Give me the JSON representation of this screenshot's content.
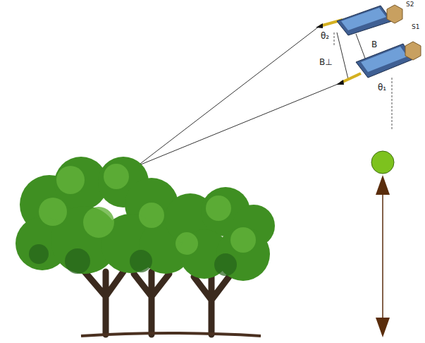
{
  "diagram": {
    "labels": [
      "S2",
      "B",
      "B⊥",
      "θ₂",
      "S1",
      "θ₁"
    ]
  }
}
